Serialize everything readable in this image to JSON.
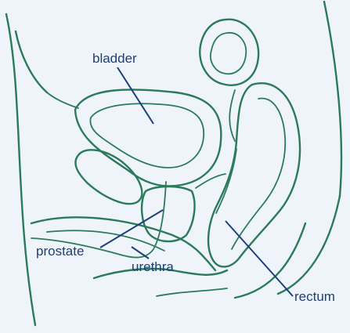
{
  "labels": {
    "bladder": "bladder",
    "prostate": "prostate",
    "urethra": "urethra",
    "rectum": "rectum"
  },
  "colors": {
    "background": "#eef4f9",
    "outline": "#2b7a5b",
    "label": "#1d3f7a"
  }
}
